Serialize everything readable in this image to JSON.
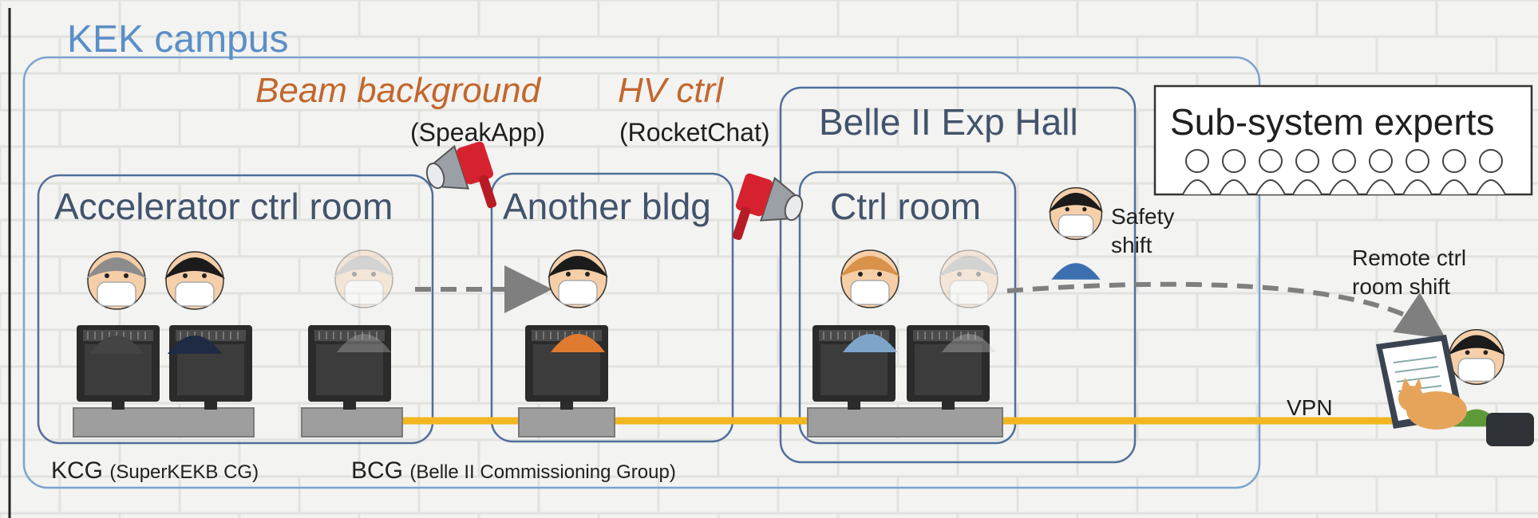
{
  "campus_label": "KEK campus",
  "rooms": {
    "accelerator": "Accelerator ctrl room",
    "another_bldg": "Another bldg",
    "exp_hall": "Belle II Exp Hall",
    "ctrl_room": "Ctrl room"
  },
  "channels": {
    "beam_background": {
      "topic": "Beam background",
      "app": "(SpeakApp)"
    },
    "hv_ctrl": {
      "topic": "HV ctrl",
      "app": "(RocketChat)"
    }
  },
  "experts_label": "Sub-system experts",
  "safety_shift": [
    "Safety",
    "shift"
  ],
  "remote_shift": [
    "Remote ctrl",
    "room shift"
  ],
  "vpn_label": "VPN",
  "groups": {
    "kcg": {
      "abbr": "KCG",
      "full": "(SuperKEKB CG)"
    },
    "bcg": {
      "abbr": "BCG",
      "full": "(Belle II Commissioning Group)"
    }
  },
  "colors": {
    "campus_border": "#7ba4cf",
    "room_border": "#4f6f9a",
    "topic_text": "#c2672e",
    "network_line": "#f2b620",
    "dashed_arrow": "#7f7f7f",
    "megaphone": "#d6222e"
  },
  "icons": [
    "speaker-megaphone-icon",
    "person-icon",
    "monitor-icon",
    "laptop-icon",
    "cat-icon"
  ]
}
